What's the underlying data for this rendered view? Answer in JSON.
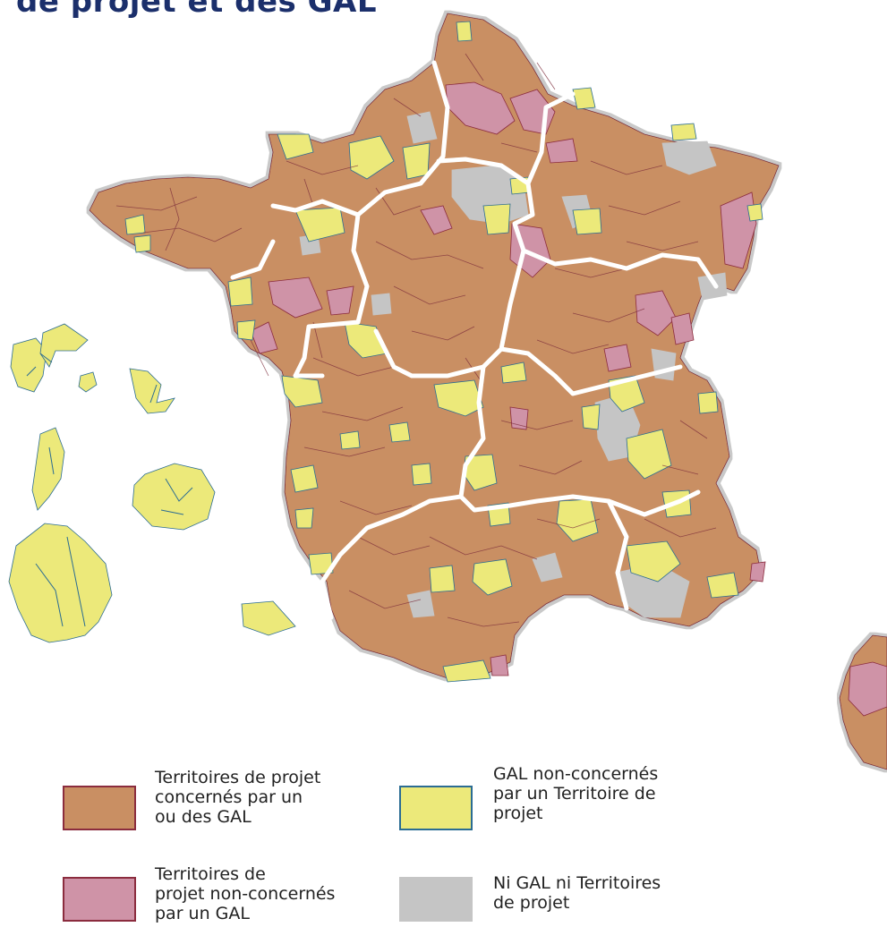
{
  "title": "de projet et des GAL",
  "colors": {
    "concerned": "#c98f63",
    "concerned_border": "#8b2c3e",
    "tp_no_gal": "#cf93a7",
    "tp_no_gal_border": "#8b2c3e",
    "gal_only": "#ece97a",
    "gal_only_border": "#2b6c93",
    "none": "#c5c5c5",
    "region_border": "#ffffff",
    "territory_line": "#7b2b3a"
  },
  "legend": [
    {
      "key": "concerned",
      "label_lines": [
        "Territoires de projet",
        "concernés par un",
        "ou des GAL"
      ]
    },
    {
      "key": "gal_only",
      "label_lines": [
        "GAL  non-concernés",
        "par un Territoire de",
        "projet"
      ]
    },
    {
      "key": "tp_no_gal",
      "label_lines": [
        "Territoires de",
        "projet non-concernés",
        "par un GAL"
      ]
    },
    {
      "key": "none",
      "label_lines": [
        "Ni GAL ni Territoires",
        "de projet"
      ]
    }
  ]
}
